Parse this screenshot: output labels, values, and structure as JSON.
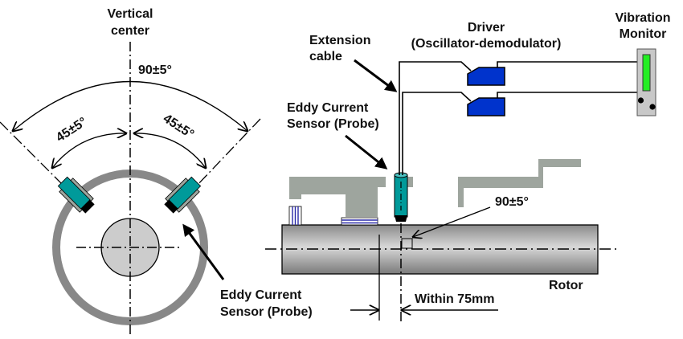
{
  "labels": {
    "vertical_center_line1": "Vertical",
    "vertical_center_line2": "center",
    "angle_total": "90±5°",
    "angle_left": "45±5°",
    "angle_right": "45±5°",
    "probe_left_line1": "Eddy Current",
    "probe_left_line2": "Sensor (Probe)",
    "extension_cable_line1": "Extension",
    "extension_cable_line2": "cable",
    "probe_right_line1": "Eddy Current",
    "probe_right_line2": "Sensor (Probe)",
    "driver_line1": "Driver",
    "driver_line2": "(Oscillator-demodulator)",
    "monitor_line1": "Vibration",
    "monitor_line2": "Monitor",
    "perpendicular_angle": "90±5°",
    "rotor": "Rotor",
    "distance": "Within 75mm"
  },
  "colors": {
    "probe_teal": "#009a9a",
    "probe_bracket": "#9ea59e",
    "driver_blue": "#0033cc",
    "monitor_body": "#c8c8c8",
    "monitor_bar": "#22ee22",
    "casing_ring": "#888888",
    "shaft_fill": "#cccccc",
    "bearing_stripe": "#2a2aa8",
    "housing_gray": "#9ea59e"
  },
  "icons": {
    "probe": "eddy-current-probe-icon",
    "driver": "driver-unit-icon",
    "monitor": "vibration-monitor-icon",
    "rotor": "rotor-cylinder-icon"
  }
}
